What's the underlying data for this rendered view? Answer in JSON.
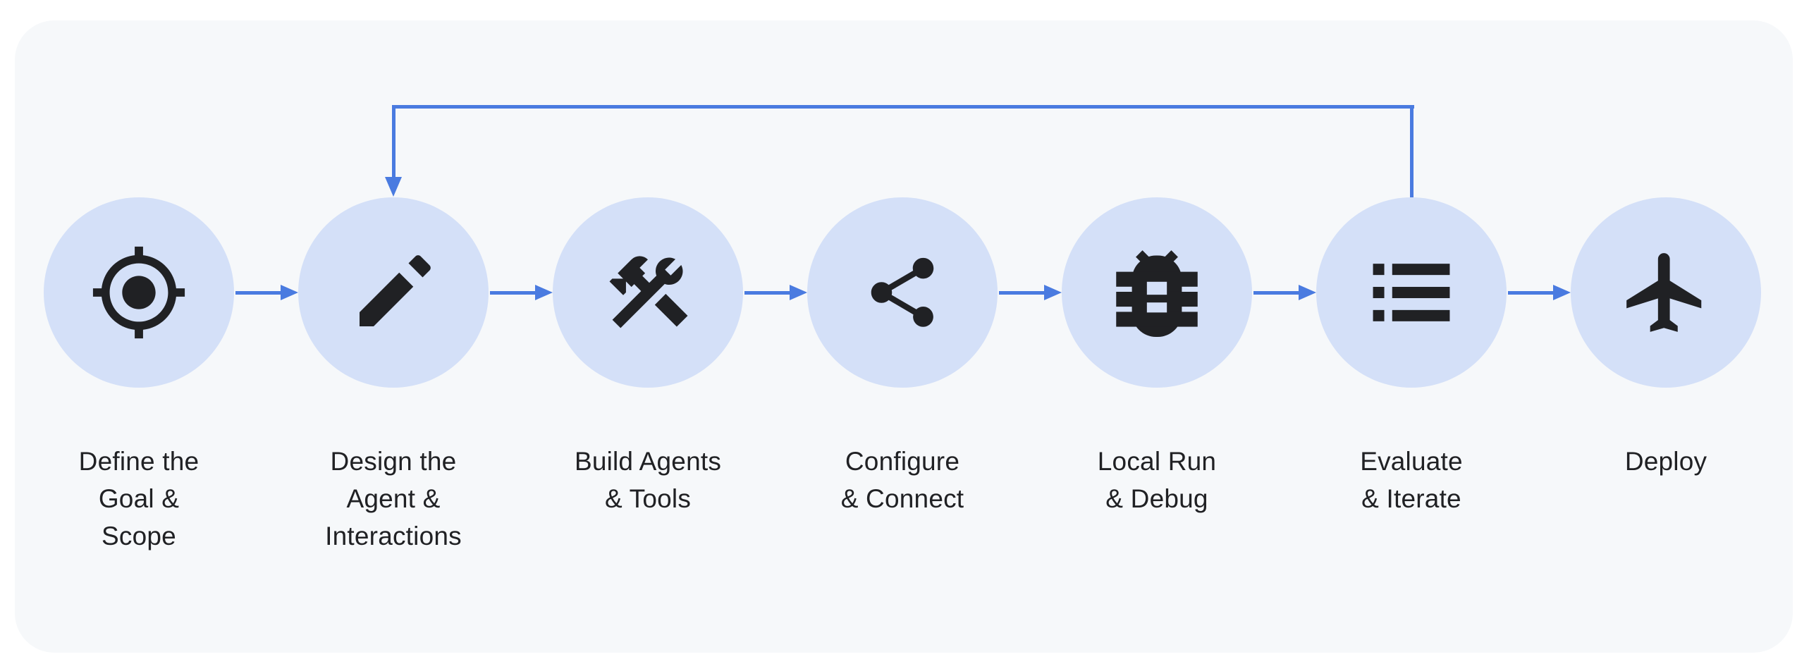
{
  "colors": {
    "page_bg": "#FFFFFF",
    "panel_bg": "#F6F8FA",
    "node_fill": "#D4E0F8",
    "ink": "#202124",
    "accent": "#4A7BE0"
  },
  "diagram": {
    "steps": [
      {
        "label": "Define the\nGoal &\nScope",
        "icon": "target-icon"
      },
      {
        "label": "Design the\nAgent &\nInteractions",
        "icon": "pencil-icon"
      },
      {
        "label": "Build Agents\n& Tools",
        "icon": "tools-icon"
      },
      {
        "label": "Configure\n& Connect",
        "icon": "share-icon"
      },
      {
        "label": "Local Run\n& Debug",
        "icon": "bug-icon"
      },
      {
        "label": "Evaluate\n& Iterate",
        "icon": "list-icon"
      },
      {
        "label": "Deploy",
        "icon": "airplane-icon"
      }
    ],
    "flow_direction": "left-to-right",
    "feedback_loop": {
      "from": "Evaluate & Iterate",
      "to": "Design the Agent & Interactions"
    }
  }
}
